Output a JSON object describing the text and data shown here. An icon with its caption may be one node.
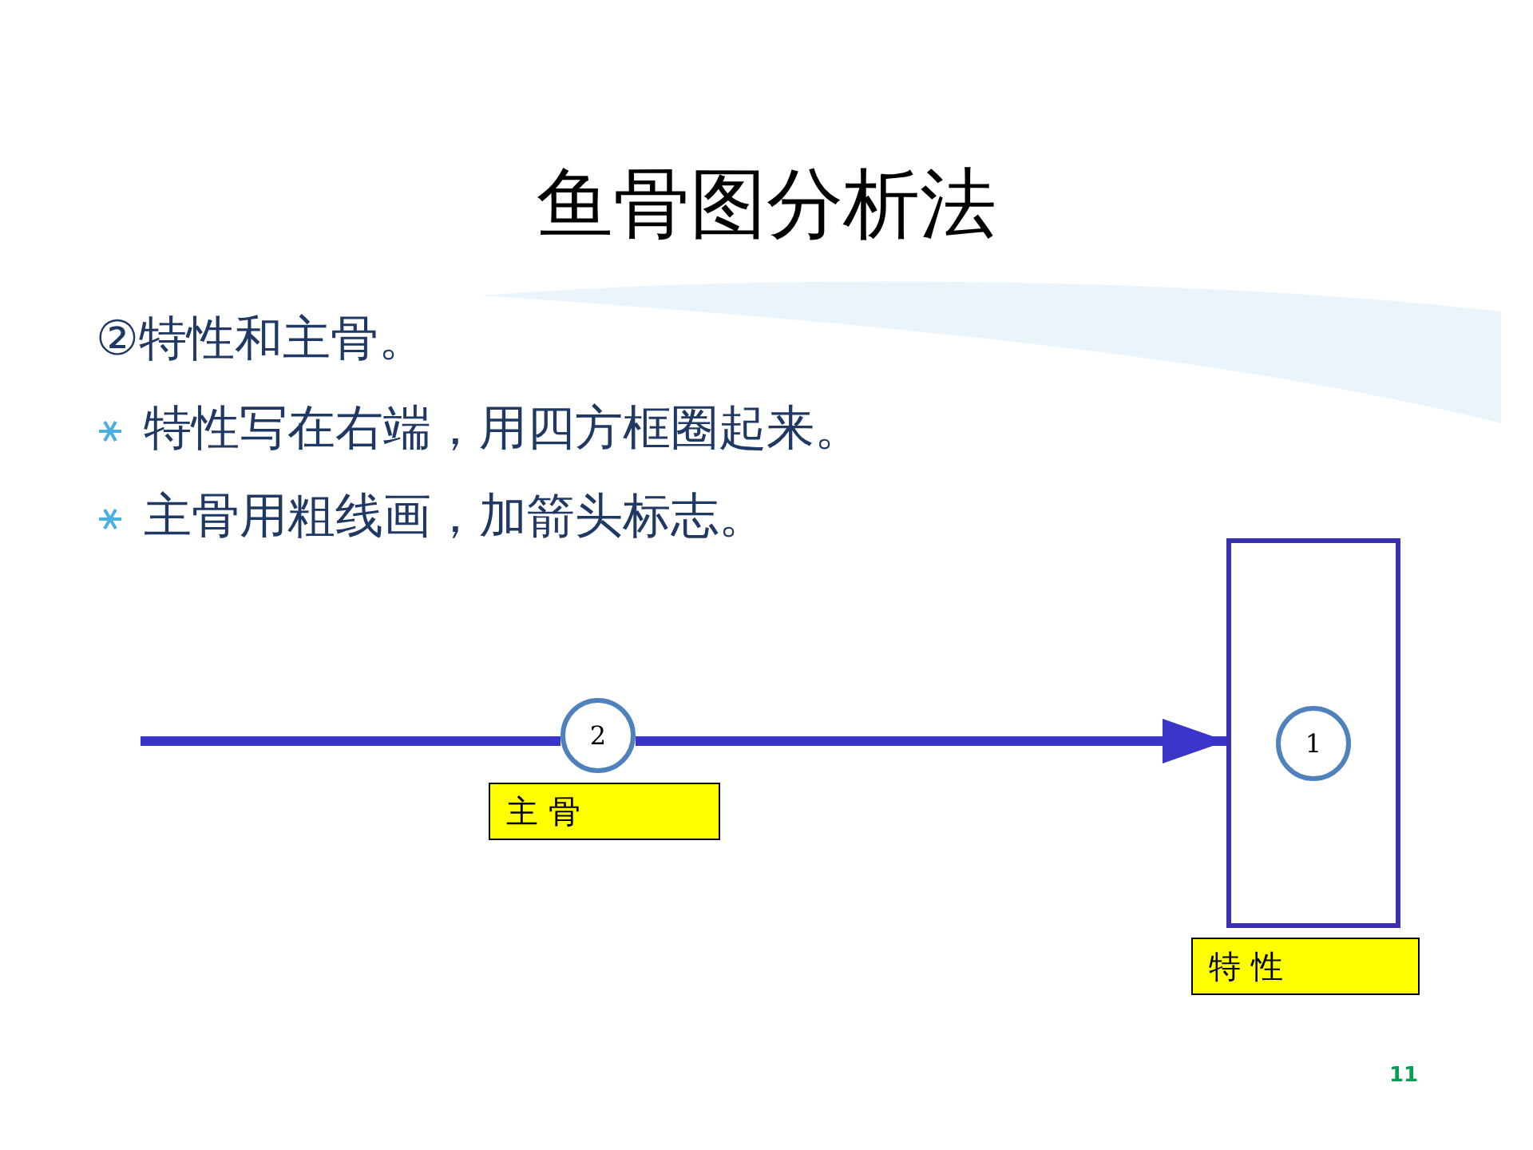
{
  "diagram": {
    "title": "鱼骨图分析法",
    "nodes": [
      {
        "text": [],
        "shape": "box"
      },
      {
        "text": [
          "1"
        ],
        "in": 0
      },
      {
        "text": [
          "2"
        ]
      },
      {
        "text": [
          "特 性"
        ]
      },
      {
        "text": [
          "主 骨"
        ]
      }
    ],
    "edges": [
      {
        "from": null,
        "to": 2,
        "arrow": "none"
      },
      {
        "from": 2,
        "to": 0,
        "arrow": "to"
      }
    ],
    "labels": [
      "②特性和主骨。",
      "特性写在右端，用四方框圈起来。",
      "主骨用粗线画，加箭头标志。",
      "11"
    ]
  }
}
